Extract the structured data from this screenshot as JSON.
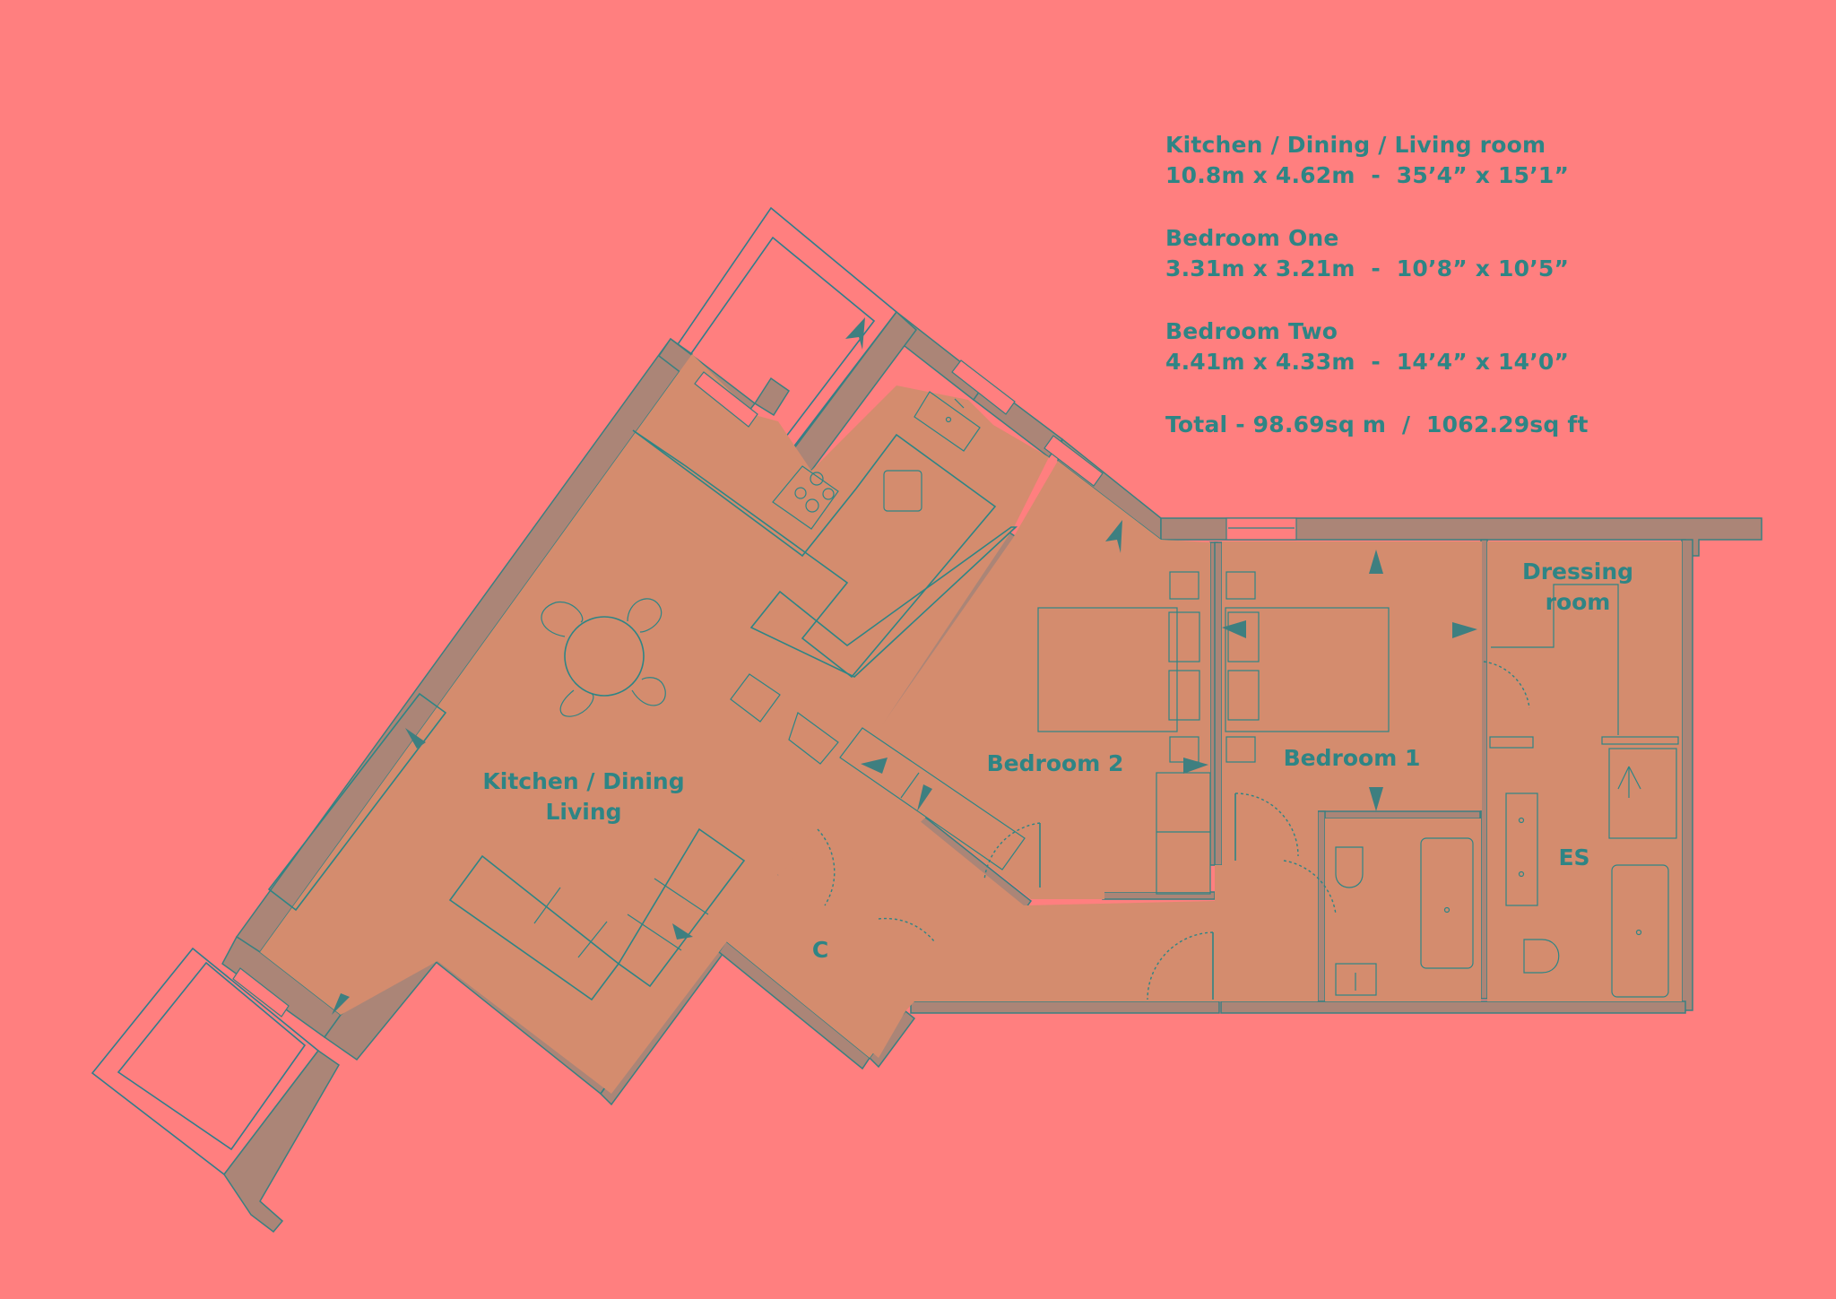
{
  "specs": {
    "kitchen": {
      "title": "Kitchen / Dining / Living room",
      "dims": "10.8m x 4.62m  -  35’4” x 15’1”"
    },
    "bedroom_one": {
      "title": "Bedroom One",
      "dims": "3.31m x 3.21m  -  10’8” x 10’5”"
    },
    "bedroom_two": {
      "title": "Bedroom Two",
      "dims": "4.41m x 4.33m  -  14’4” x 14’0”"
    },
    "total": "Total - 98.69sq m  /  1062.29sq ft"
  },
  "rooms": {
    "kitchen_line1": "Kitchen / Dining",
    "kitchen_line2": "Living",
    "bedroom2": "Bedroom 2",
    "bedroom1": "Bedroom 1",
    "dressing_line1": "Dressing",
    "dressing_line2": "room",
    "ensuite": "ES",
    "cupboard": "C"
  },
  "colors": {
    "background": "#FF7F7F",
    "floor": "#D48C6E",
    "wall": "#AB8577",
    "line": "#2E8585"
  }
}
